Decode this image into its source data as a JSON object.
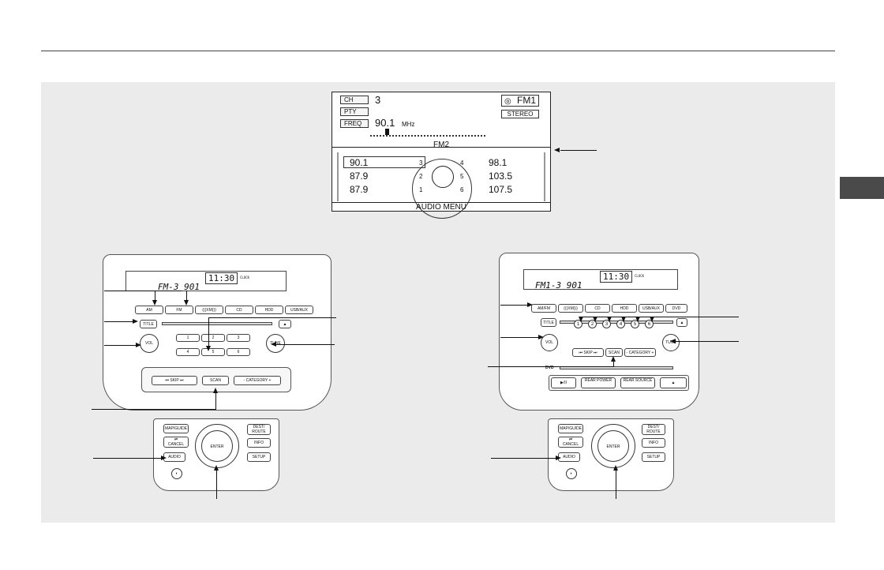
{
  "screen": {
    "ch_label": "CH",
    "ch_value": "3",
    "pty_label": "PTY",
    "freq_label": "FREQ",
    "freq_value": "90.1",
    "freq_unit": "MHz",
    "band": "FM1",
    "stereo": "STEREO",
    "band_tab": "FM2",
    "menu_label": "AUDIO MENU",
    "presets": [
      {
        "num": "3",
        "freq": "90.1"
      },
      {
        "num": "2",
        "freq": "87.9"
      },
      {
        "num": "1",
        "freq": "87.9"
      },
      {
        "num": "4",
        "freq": "98.1"
      },
      {
        "num": "5",
        "freq": "103.5"
      },
      {
        "num": "6",
        "freq": "107.5"
      }
    ]
  },
  "unit_left": {
    "clock": "11:30",
    "clock_label": "CLOCK",
    "station": "FM-3   901",
    "source_buttons": [
      "AM",
      "FM",
      "(((XM)))",
      "CD",
      "HDD",
      "USB/AUX"
    ],
    "title": "TITLE",
    "vol": "VOL",
    "tune": "TUNE",
    "presets": [
      "1",
      "2",
      "3",
      "4",
      "5",
      "6"
    ],
    "skip": "SKIP",
    "scan": "SCAN",
    "category": "CATEGORY"
  },
  "unit_right": {
    "clock": "11:30",
    "clock_label": "CLOCK",
    "station": "FM1-3   901",
    "source_buttons": [
      "AM/FM",
      "(((XM)))",
      "CD",
      "HDD",
      "USB/AUX",
      "DVD"
    ],
    "title": "TITLE",
    "vol": "VOL",
    "tune": "TUNE",
    "presets": [
      "1",
      "2",
      "3",
      "4",
      "5",
      "6"
    ],
    "skip": "SKIP",
    "scan": "SCAN",
    "category": "CATEGORY",
    "play": "▶/II",
    "rear_power": "REAR POWER",
    "rear_source": "REAR SOURCE",
    "dvd_label": "DVD"
  },
  "nav_panel": {
    "map_guide": "MAP/GUIDE",
    "cancel": "CANCEL",
    "enter": "ENTER",
    "dest_route": "DEST/ ROUTE",
    "info": "INFO",
    "audio": "AUDIO",
    "setup": "SETUP"
  },
  "colors": {
    "panel_bg": "#ebebeb",
    "side_tab": "#4a4a4a"
  }
}
